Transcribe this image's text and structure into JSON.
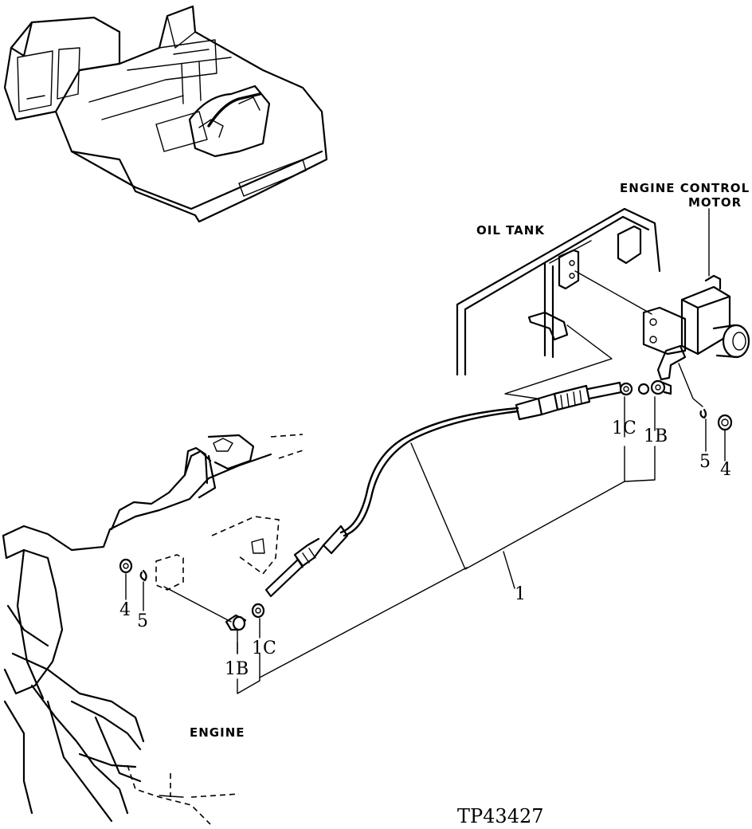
{
  "labels": {
    "engine_control_motor_line1": "ENGINE CONTROL",
    "engine_control_motor_line2": "MOTOR",
    "oil_tank": "OIL TANK",
    "engine": "ENGINE",
    "drawing_id": "TP43427"
  },
  "callouts": {
    "c1": "1",
    "c1b_top": "1B",
    "c1c_top": "1C",
    "c1b_bottom": "1B",
    "c1c_bottom": "1C",
    "c4_right": "4",
    "c5_right": "5",
    "c4_left": "4",
    "c5_left": "5"
  }
}
